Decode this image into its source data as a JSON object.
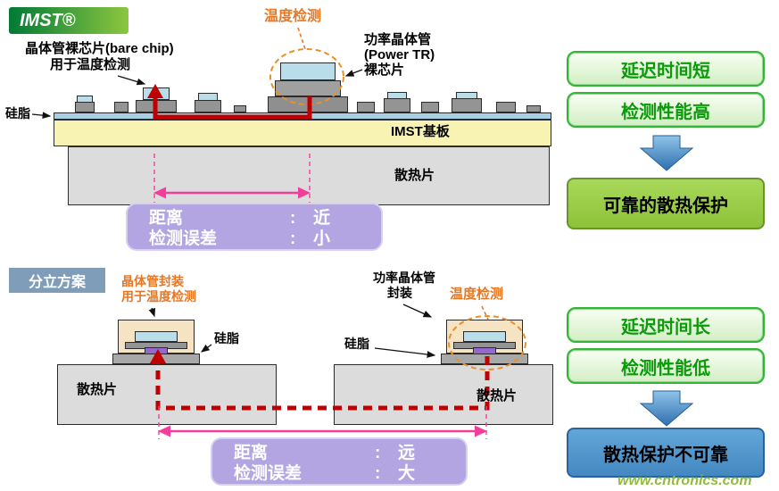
{
  "badges": {
    "imst": "IMST®",
    "discrete": "分立方案"
  },
  "imst_section": {
    "temp_detect_label": "温度检测",
    "bare_chip_line1": "晶体管裸芯片(bare chip)",
    "bare_chip_line2": "用于温度检测",
    "power_tr_line1": "功率晶体管",
    "power_tr_line2": "(Power TR)",
    "power_tr_line3": "裸芯片",
    "grease_label": "硅脂",
    "substrate_label": "IMST基板",
    "heatsink_label": "散热片",
    "metrics": {
      "distance_label": "距离",
      "distance_colon": ":",
      "distance_value": "近",
      "error_label": "检测误差",
      "error_colon": ":",
      "error_value": "小"
    }
  },
  "discrete_section": {
    "sensor_pkg_line1": "晶体管封装",
    "sensor_pkg_line2": "用于温度检测",
    "power_pkg_line1": "功率晶体管",
    "power_pkg_line2": "封装",
    "temp_detect_label": "温度检测",
    "grease_label_left": "硅脂",
    "grease_label_right": "硅脂",
    "heatsink_label_left": "散热片",
    "heatsink_label_right": "散热片",
    "metrics": {
      "distance_label": "距离",
      "distance_colon": ":",
      "distance_value": "远",
      "error_label": "检测误差",
      "error_colon": ":",
      "error_value": "大"
    }
  },
  "imst_panel": {
    "benefit1": "延迟时间短",
    "benefit2": "检测性能高",
    "conclusion": "可靠的散热保护"
  },
  "discrete_panel": {
    "benefit1": "延迟时间长",
    "benefit2": "检测性能低",
    "conclusion": "散热保护不可靠"
  },
  "watermark": "www.cntronics.com",
  "accent_colors": {
    "imst_badge_gradient_start": "#007a36",
    "imst_badge_gradient_end": "#8cc63f",
    "discrete_badge": "#7f9db9",
    "benefit_border": "#35b535",
    "benefit_text": "#0a9a0a",
    "conclusion_green": "#8ec23a",
    "conclusion_blue": "#4488c2",
    "metric_box_purple": "#b2a5e2",
    "heat_flow_red": "#c00000",
    "distance_pink": "#f23e9a",
    "annotation_orange": "#e87722",
    "substrate_yellow": "#f8f3b3",
    "heatsink_gray": "#dcdcdc",
    "chip_blue": "#b9dde9"
  }
}
